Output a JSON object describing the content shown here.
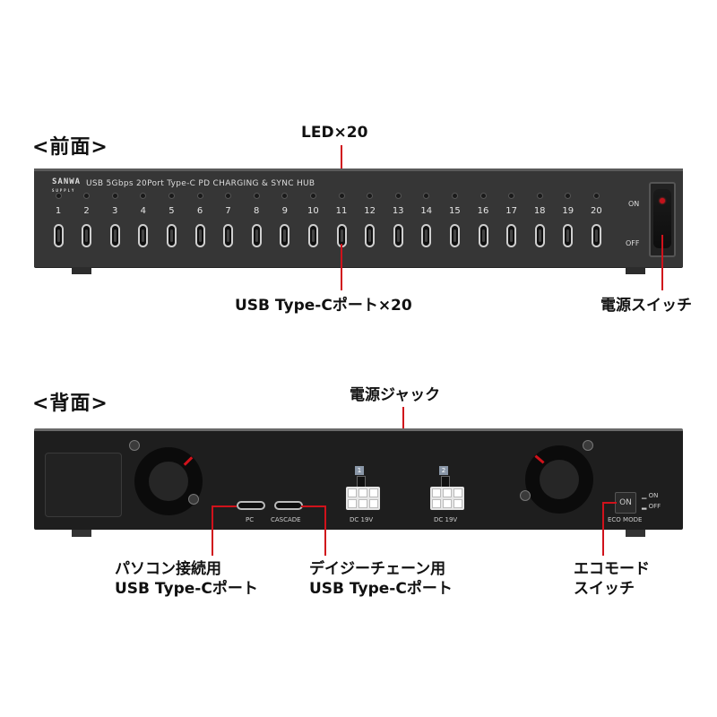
{
  "front": {
    "section_title": "<前面>",
    "brand_name": "SANWA",
    "brand_sub": "SUPPLY",
    "model_text": "USB 5Gbps 20Port Type-C PD CHARGING & SYNC HUB",
    "ports": [
      "1",
      "2",
      "3",
      "4",
      "5",
      "6",
      "7",
      "8",
      "9",
      "10",
      "11",
      "12",
      "13",
      "14",
      "15",
      "16",
      "17",
      "18",
      "19",
      "20"
    ],
    "switch_on_label": "ON",
    "switch_off_label": "OFF",
    "callouts": {
      "led": "LED×20",
      "usbc_ports": "USB Type-Cポート×20",
      "power_switch": "電源スイッチ"
    }
  },
  "rear": {
    "section_title": "<背面>",
    "pc_port_label": "PC",
    "cascade_port_label": "CASCADE",
    "dc_jacks": [
      {
        "badge": "1",
        "label": "DC 19V"
      },
      {
        "badge": "2",
        "label": "DC 19V"
      }
    ],
    "eco_button_label": "ON",
    "eco_on_label": "ON",
    "eco_off_label": "OFF",
    "eco_mode_label": "ECO MODE",
    "callouts": {
      "power_jack": "電源ジャック",
      "pc_port_line1": "パソコン接続用",
      "pc_port_line2": "USB Type-Cポート",
      "daisy_line1": "デイジーチェーン用",
      "daisy_line2": "USB Type-Cポート",
      "eco_line1": "エコモード",
      "eco_line2": "スイッチ"
    }
  },
  "colors": {
    "callout_line": "#d0121b",
    "panel": "#363636",
    "rear_panel": "#1e1e1e"
  }
}
